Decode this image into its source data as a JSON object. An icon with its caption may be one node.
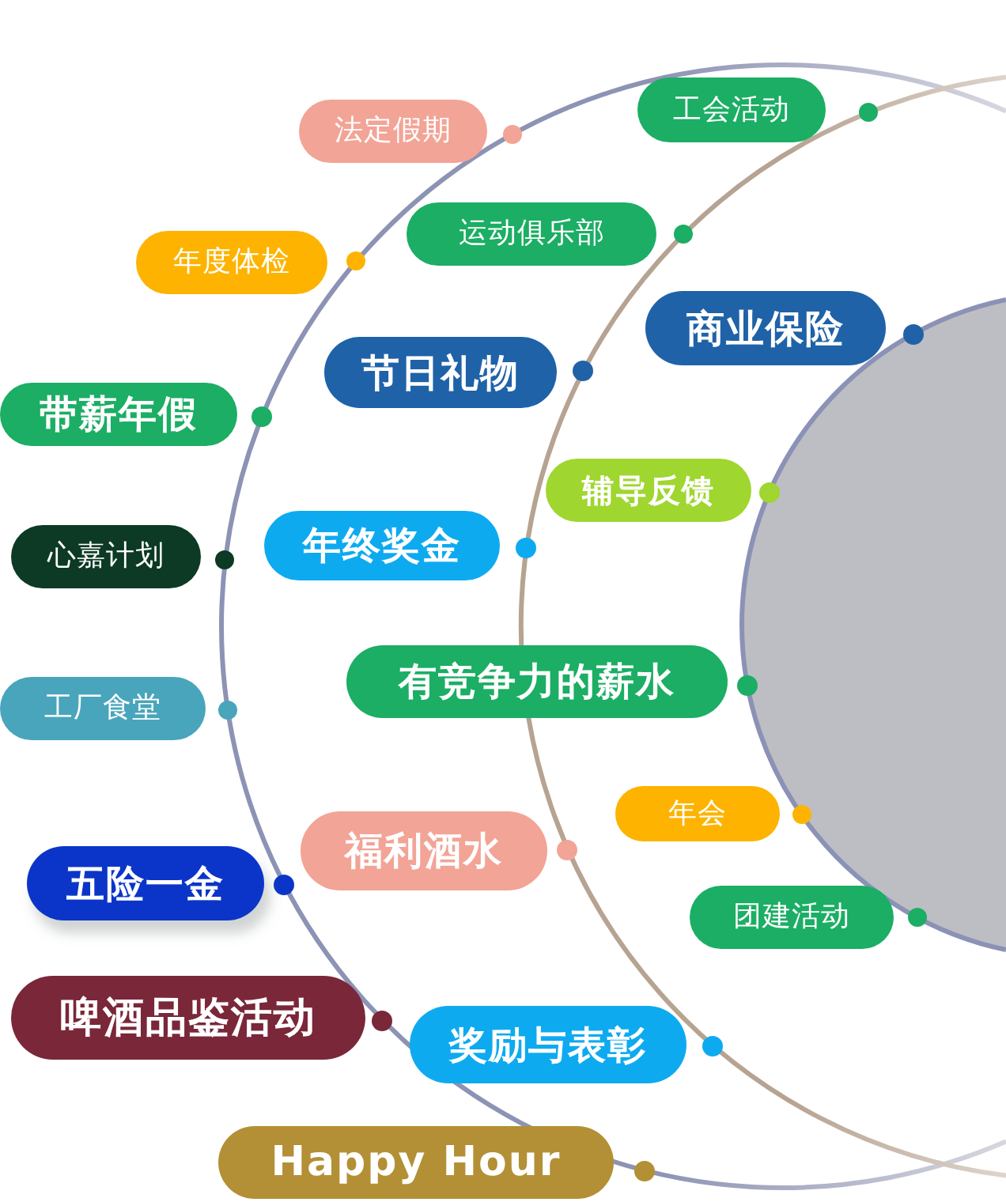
{
  "diagram": {
    "nodes": [
      {
        "text": [
          "法定假期"
        ]
      },
      {
        "text": [
          "工会活动"
        ]
      },
      {
        "text": [
          "年度体检"
        ]
      },
      {
        "text": [
          "运动俱乐部"
        ]
      },
      {
        "text": [
          "商业保险"
        ]
      },
      {
        "text": [
          "节日礼物"
        ]
      },
      {
        "text": [
          "带薪年假"
        ]
      },
      {
        "text": [
          "辅导反馈"
        ]
      },
      {
        "text": [
          "年终奖金"
        ]
      },
      {
        "text": [
          "心嘉计划"
        ]
      },
      {
        "text": [
          "有竞争力的薪水"
        ]
      },
      {
        "text": [
          "工厂食堂"
        ]
      },
      {
        "text": [
          "年会"
        ]
      },
      {
        "text": [
          "福利酒水"
        ]
      },
      {
        "text": [
          "五险一金"
        ]
      },
      {
        "text": [
          "团建活动"
        ]
      },
      {
        "text": [
          "啤酒品鉴活动"
        ]
      },
      {
        "text": [
          "奖励与表彰"
        ]
      },
      {
        "text": [
          "Happy Hour"
        ]
      }
    ]
  }
}
